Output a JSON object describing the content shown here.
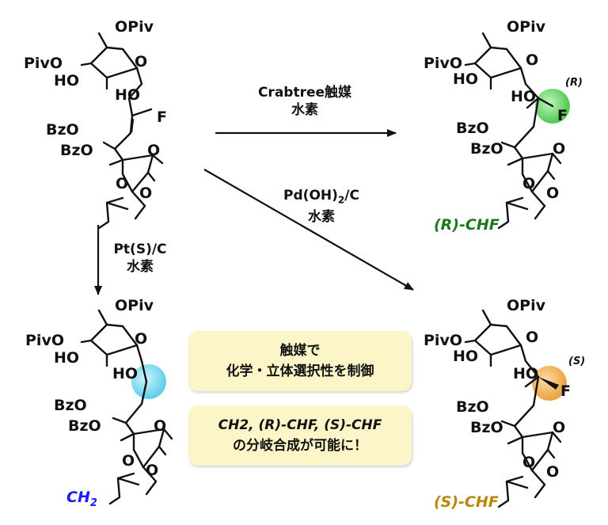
{
  "top_left": {
    "opiv": "OPiv",
    "pivo": "PivO",
    "ho1": "HO",
    "ho2": "HO",
    "o_ring": "O",
    "f": "F",
    "bzo1": "BzO",
    "bzo2": "BzO",
    "o2": "O",
    "o3": "O",
    "o4": "O"
  },
  "top_right": {
    "opiv": "OPiv",
    "pivo": "PivO",
    "ho1": "HO",
    "ho2": "HO",
    "o_ring": "O",
    "f": "F",
    "bzo1": "BzO",
    "bzo2": "BzO",
    "o2": "O",
    "o3": "O",
    "o4": "O",
    "stereo_label": "(R)",
    "caption": "(R)-CHF",
    "caption_color": "#1a7a1a"
  },
  "bottom_left": {
    "opiv": "OPiv",
    "pivo": "PivO",
    "ho1": "HO",
    "ho2": "HO",
    "o_ring": "O",
    "bzo1": "BzO",
    "bzo2": "BzO",
    "o2": "O",
    "o3": "O",
    "o4": "O",
    "caption": "CH2",
    "caption_main": "CH",
    "caption_sub": "2",
    "caption_color": "#1a1aff"
  },
  "bottom_right": {
    "opiv": "OPiv",
    "pivo": "PivO",
    "ho1": "HO",
    "ho2": "HO",
    "o_ring": "O",
    "f": "F",
    "bzo1": "BzO",
    "bzo2": "BzO",
    "o2": "O",
    "o3": "O",
    "o4": "O",
    "stereo_label": "(S)",
    "caption": "(S)-CHF",
    "caption_color": "#b8860b"
  },
  "arrows": {
    "crabtree": {
      "line1": "Crabtree触媒",
      "line2": "水素"
    },
    "pdoh": {
      "line1_main": "Pd(OH)",
      "line1_sub": "2",
      "line1_tail": "/C",
      "line2": "水素"
    },
    "ptsc": {
      "line1": "Pt(S)/C",
      "line2": "水素"
    }
  },
  "boxes": {
    "box1": {
      "line1": "触媒で",
      "line2": "化学・立体選択性を制御"
    },
    "box2": {
      "line1": "CH2, (R)-CHF, (S)-CHF",
      "line2": "の分岐合成が可能に！"
    }
  },
  "colors": {
    "green_sphere": "#4fd04f",
    "cyan_sphere": "#5fd8ee",
    "orange_sphere": "#f0a83c"
  }
}
